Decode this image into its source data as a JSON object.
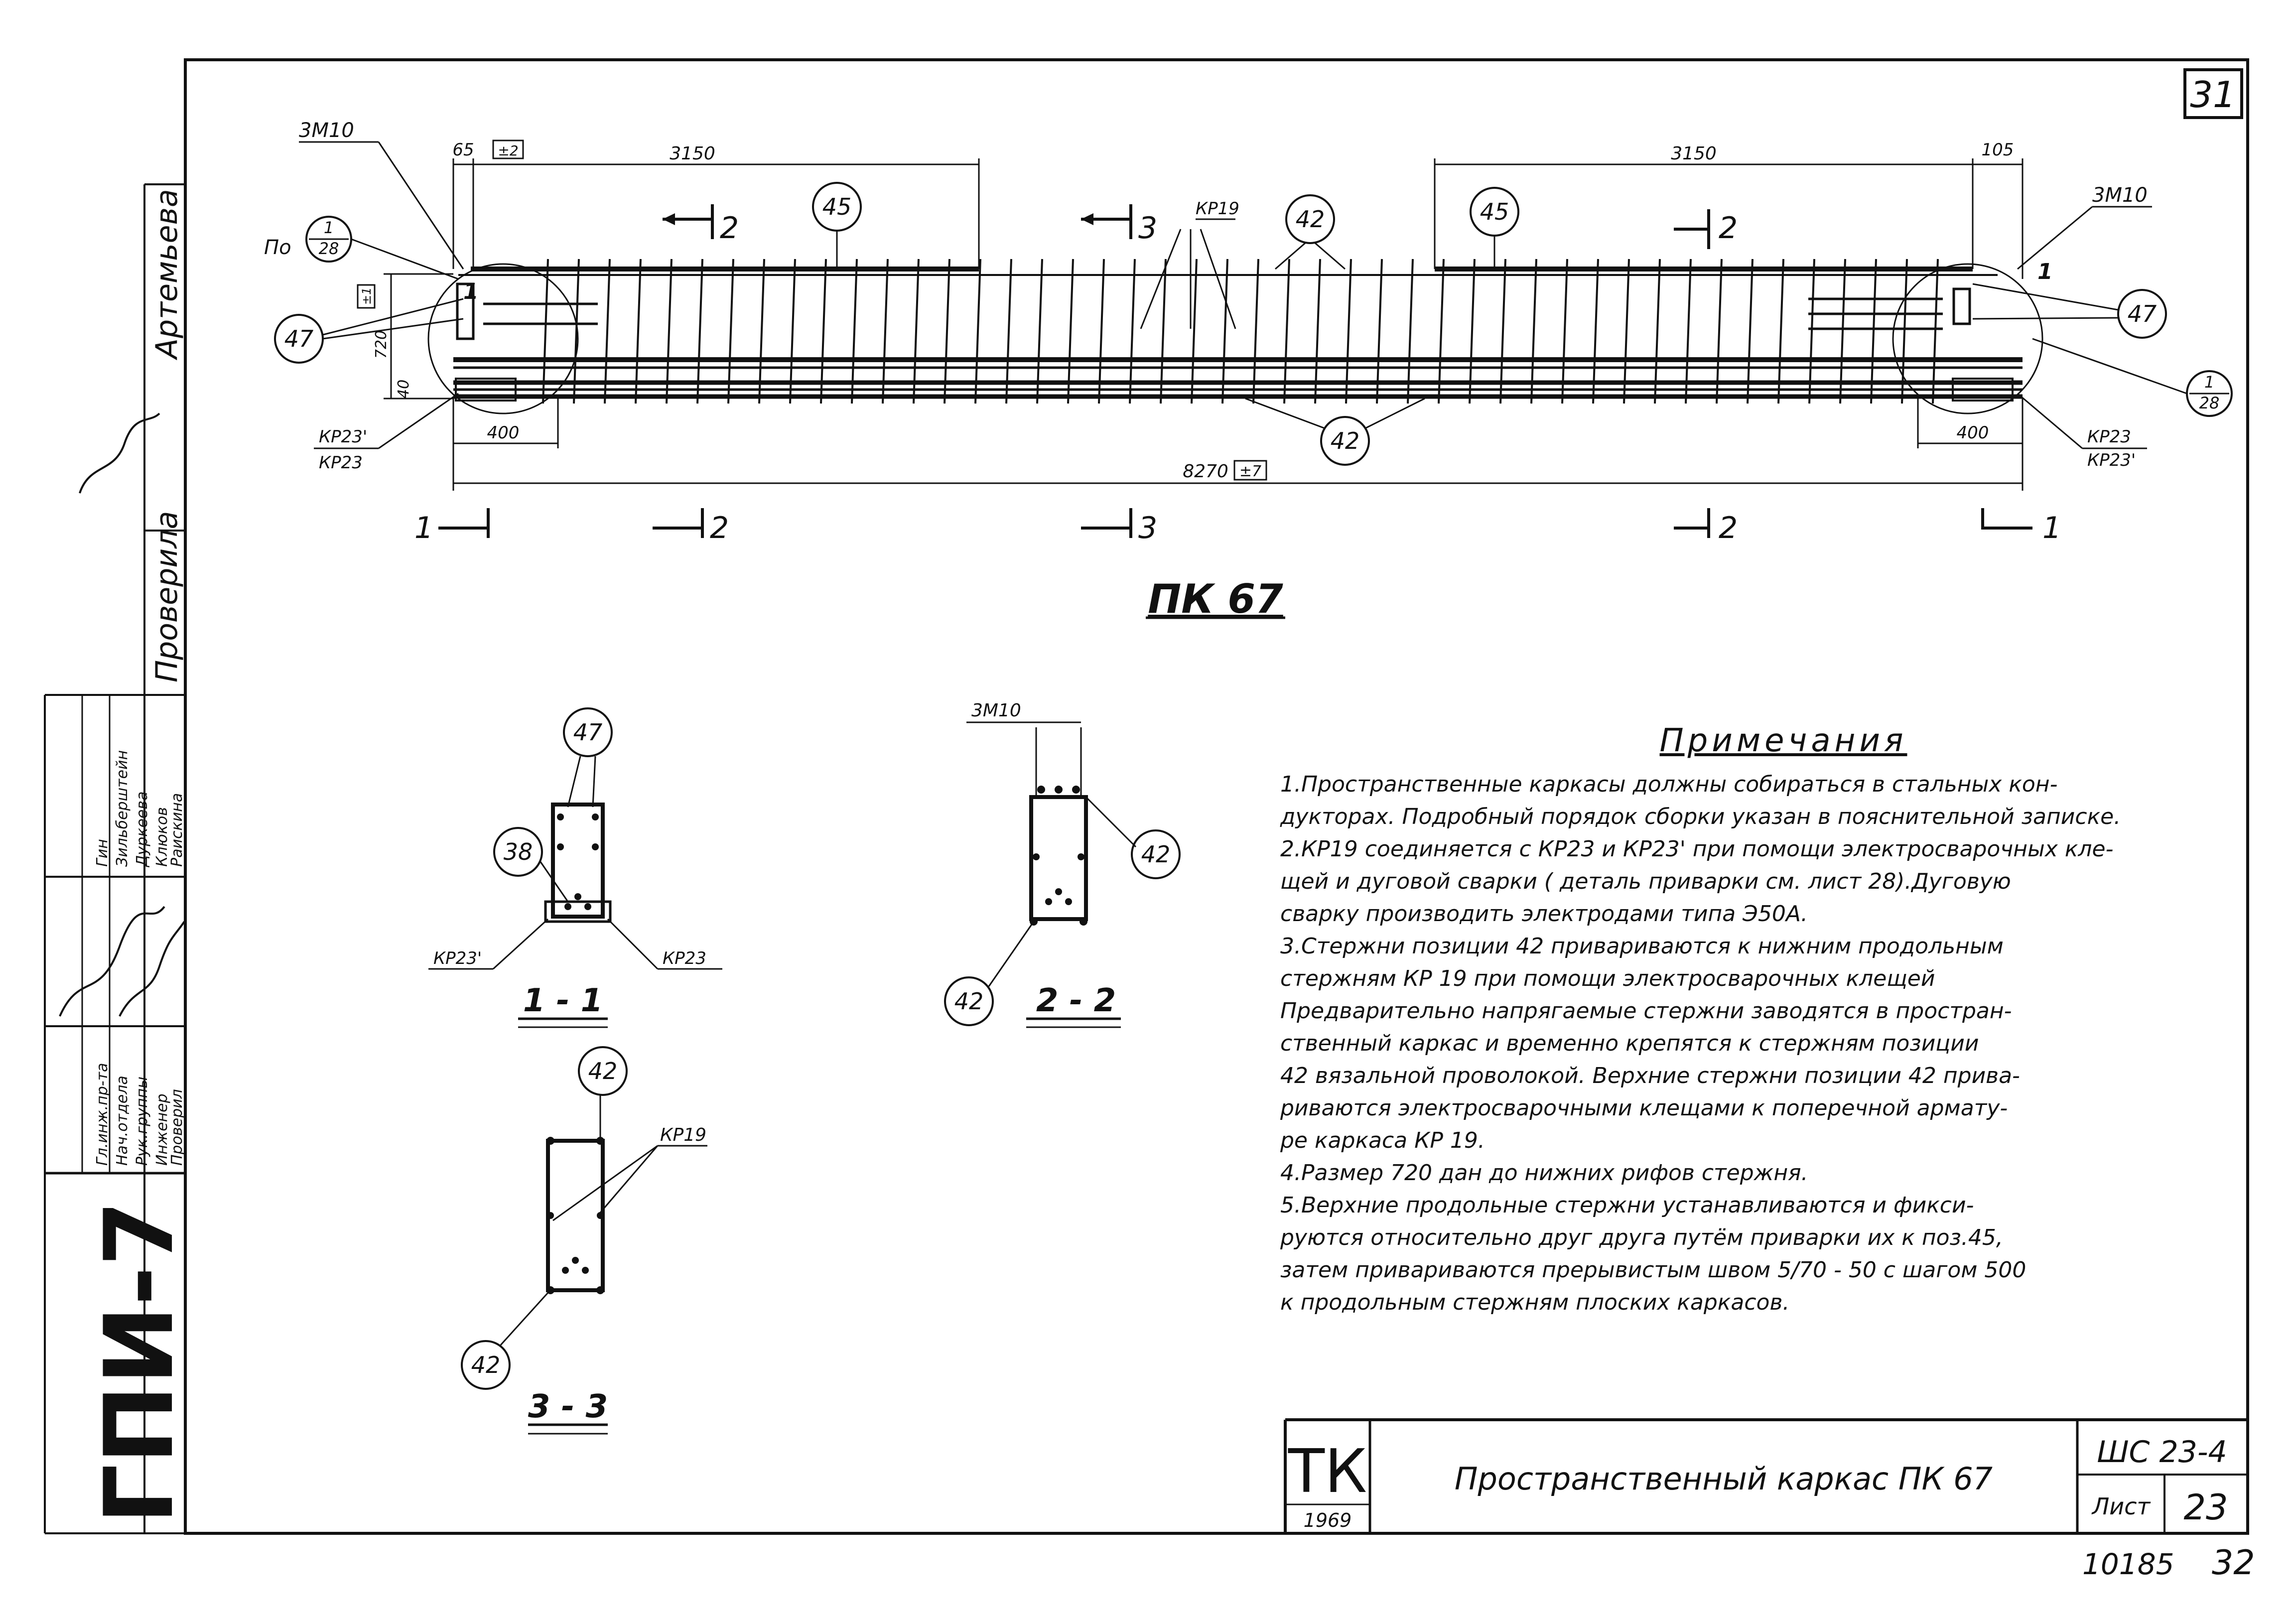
{
  "sheet_corner_number": "31",
  "left_strip": {
    "org_code": "ГПИ-7",
    "roles": [
      "Гл.инж.пр-та",
      "Нач.отдела",
      "Рук.группы",
      "Инженер",
      "Проверил"
    ],
    "names": [
      "Гин",
      "Зильберштейн",
      "Дуркеева",
      "Клюков",
      "Раискина"
    ],
    "check_label": "Проверила",
    "surname": "Артемьева"
  },
  "drawing": {
    "title": "ПК 67",
    "dims": {
      "left_top": "65",
      "left_tol": "±2",
      "left_span": "3150",
      "right_span": "3150",
      "right_top": "105",
      "overall": "8270",
      "overall_tol": "±7",
      "anchor_left": "400",
      "anchor_right": "400",
      "height": "720",
      "bottom": "40",
      "tol_small": "±1"
    },
    "labels": {
      "rebar_top_left": "3М10",
      "rebar_top_right": "3М10",
      "detail_ref": "По",
      "detail_num": "1",
      "detail_sheet": "28",
      "pos47": "47",
      "pos45": "45",
      "pos42": "42",
      "pos38": "38",
      "kr19": "КР19",
      "kr23": "КР23",
      "kr23p": "КР23'"
    },
    "section_marks": [
      "1",
      "2",
      "3",
      "2",
      "1"
    ],
    "sections": {
      "s11": "1 - 1",
      "s22": "2 - 2",
      "s33": "3 - 3",
      "s22_rebar": "3М10"
    }
  },
  "notes": {
    "title": "Примечания",
    "lines": [
      "1.Пространственные каркасы должны собираться в стальных кон-",
      "дукторах. Подробный порядок сборки указан в пояснительной записке.",
      "2.КР19 соединяется с КР23 и КР23' при помощи электросварочных кле-",
      "щей и дуговой сварки ( деталь приварки см. лист 28).Дуговую",
      "сварку производить электродами типа Э50А.",
      "3.Стержни позиции 42 привариваются к нижним продольным",
      "стержням КР 19 при помощи электросварочных клещей",
      "Предварительно напрягаемые стержни заводятся в простран-",
      "ственный каркас и временно крепятся к стержням позиции",
      "42 вязальной проволокой. Верхние стержни позиции 42 прива-",
      "риваются электросварочными клещами к поперечной армату-",
      "ре каркаса КР 19.",
      "4.Размер 720 дан до нижних рифов стержня.",
      "5.Верхние продольные стержни устанавливаются и фикси-",
      "руются относительно друг друга путём приварки их к поз.45,",
      "затем привариваются прерывистым швом 5/70 - 50 с шагом 500",
      "к продольным стержням плоских каркасов."
    ]
  },
  "title_block": {
    "tk": "ТК",
    "year": "1969",
    "name": "Пространственный каркас ПК 67",
    "series": "ШС 23-4",
    "sheet_label": "Лист",
    "sheet_num": "23"
  },
  "footer": {
    "archive": "10185",
    "page": "32"
  }
}
